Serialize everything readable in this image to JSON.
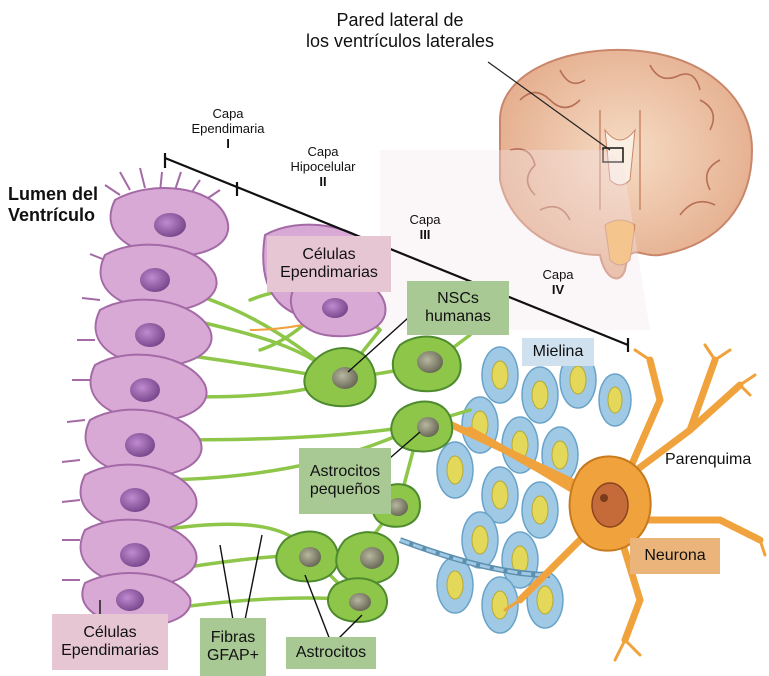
{
  "colors": {
    "ependymal_pink": "#d9a9d6",
    "ependymal_dark": "#a46aa6",
    "astro_green": "#8ec64a",
    "astro_dark": "#4e8a2e",
    "myelin_blue": "#9fc9e4",
    "axon_yellow": "#e4d85a",
    "neuron_orange": "#f0a23c",
    "brain_tan": "#f1c9a4",
    "brain_dark": "#c07a5a",
    "box_pink": "#e7c6d3",
    "box_green": "#a9c994",
    "box_blue": "#cfe0ef",
    "box_orange": "#eab47a"
  },
  "labels": {
    "brain_title_1": "Pared lateral de",
    "brain_title_2": "los ventrículos laterales",
    "lumen_1": "Lumen del",
    "lumen_2": "Ventrículo",
    "parenquima": "Parenquima",
    "layer1_1": "Capa",
    "layer1_2": "Ependimaria",
    "layer1_roman": "I",
    "layer2_1": "Capa",
    "layer2_2": "Hipocelular",
    "layer2_roman": "II",
    "layer3_1": "Capa",
    "layer3_roman": "III",
    "layer4_1": "Capa",
    "layer4_roman": "IV"
  },
  "boxes": {
    "ependymal_top_1": "Células",
    "ependymal_top_2": "Ependimarias",
    "nscs_1": "NSCs",
    "nscs_2": "humanas",
    "mielina": "Mielina",
    "astro_small_1": "Astrocitos",
    "astro_small_2": "pequeños",
    "neurona": "Neurona",
    "ependymal_bottom_1": "Células",
    "ependymal_bottom_2": "Ependimarias",
    "fibras_1": "Fibras",
    "fibras_2": "GFAP+",
    "astrocitos": "Astrocitos"
  }
}
